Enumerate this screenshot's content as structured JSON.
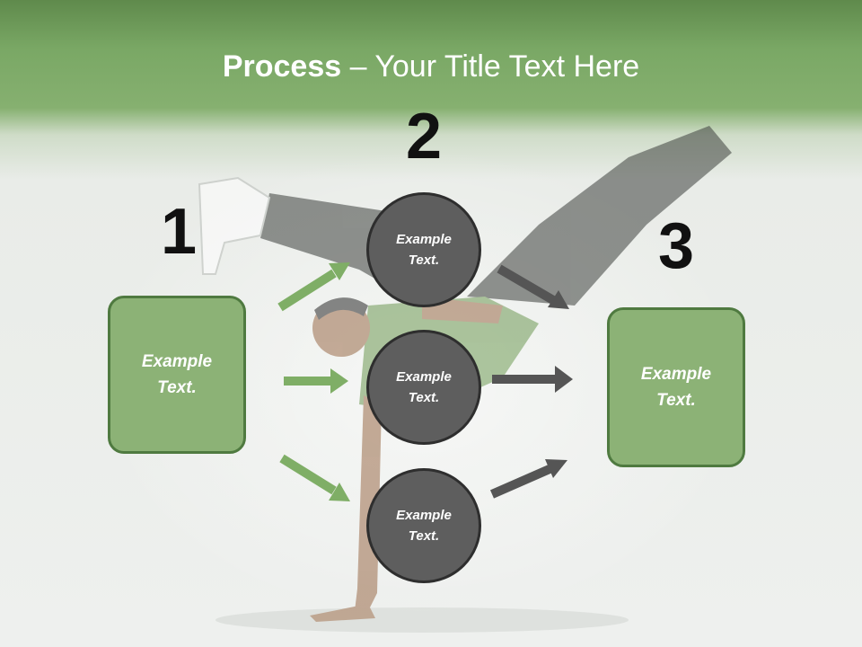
{
  "title": {
    "bold": "Process",
    "separator": " – ",
    "rest": "Your Title Text Here"
  },
  "steps": {
    "one": "1",
    "two": "2",
    "three": "3"
  },
  "left_box": {
    "text": "Example Text."
  },
  "right_box": {
    "text": "Example Text."
  },
  "circles": [
    {
      "text": "Example Text."
    },
    {
      "text": "Example Text."
    },
    {
      "text": "Example Text."
    }
  ],
  "colors": {
    "green_box": "#8cb276",
    "green_arrow": "#7fae66",
    "circle_fill": "#5e5e5e",
    "gray_arrow": "#555555"
  }
}
